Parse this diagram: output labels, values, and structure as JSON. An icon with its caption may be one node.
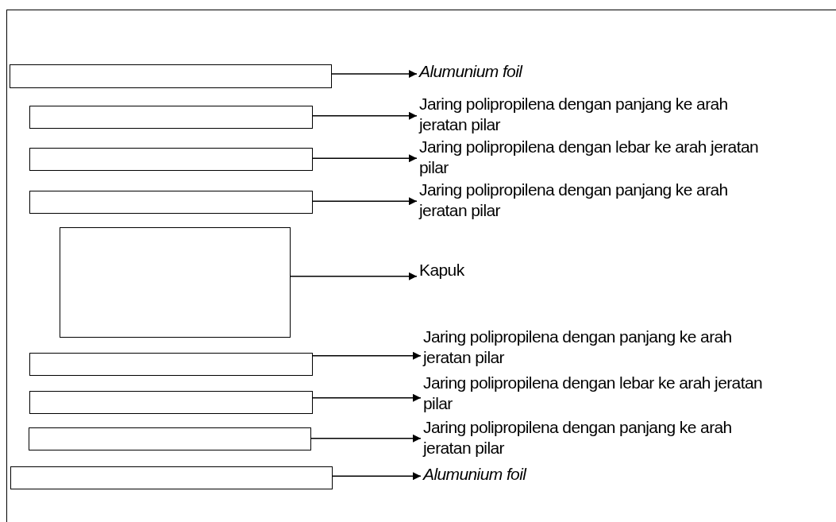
{
  "diagram": {
    "nodes": [
      {
        "text": [],
        "shape": "box"
      },
      {
        "text": [
          "Alumunium foil"
        ]
      },
      {
        "text": [],
        "shape": "box"
      },
      {
        "text": [
          "Jaring polipropilena dengan panjang ke arah jeratan pilar"
        ]
      },
      {
        "text": [],
        "shape": "box"
      },
      {
        "text": [
          "Jaring polipropilena dengan lebar ke arah jeratan pilar"
        ]
      },
      {
        "text": [],
        "shape": "box"
      },
      {
        "text": [
          "Jaring polipropilena dengan panjang ke arah jeratan pilar"
        ]
      },
      {
        "text": [],
        "shape": "box"
      },
      {
        "text": [
          "Kapuk"
        ]
      },
      {
        "text": [],
        "shape": "box"
      },
      {
        "text": [
          "Jaring polipropilena dengan panjang ke arah jeratan pilar"
        ]
      },
      {
        "text": [],
        "shape": "box"
      },
      {
        "text": [
          "Jaring polipropilena dengan lebar ke arah jeratan pilar"
        ]
      },
      {
        "text": [],
        "shape": "box"
      },
      {
        "text": [
          "Jaring polipropilena dengan panjang ke arah jeratan pilar"
        ]
      },
      {
        "text": [],
        "shape": "box"
      },
      {
        "text": [
          "Alumunium foil"
        ]
      }
    ],
    "edges": [
      {
        "from": 0,
        "to": 1,
        "arrow": "to"
      },
      {
        "from": 2,
        "to": 3,
        "arrow": "to"
      },
      {
        "from": 4,
        "to": 5,
        "arrow": "to"
      },
      {
        "from": 6,
        "to": 7,
        "arrow": "to"
      },
      {
        "from": 8,
        "to": 9,
        "arrow": "to"
      },
      {
        "from": 10,
        "to": 11,
        "arrow": "to"
      },
      {
        "from": 12,
        "to": 13,
        "arrow": "to"
      },
      {
        "from": 14,
        "to": 15,
        "arrow": "to"
      },
      {
        "from": 16,
        "to": 17,
        "arrow": "to"
      }
    ]
  }
}
